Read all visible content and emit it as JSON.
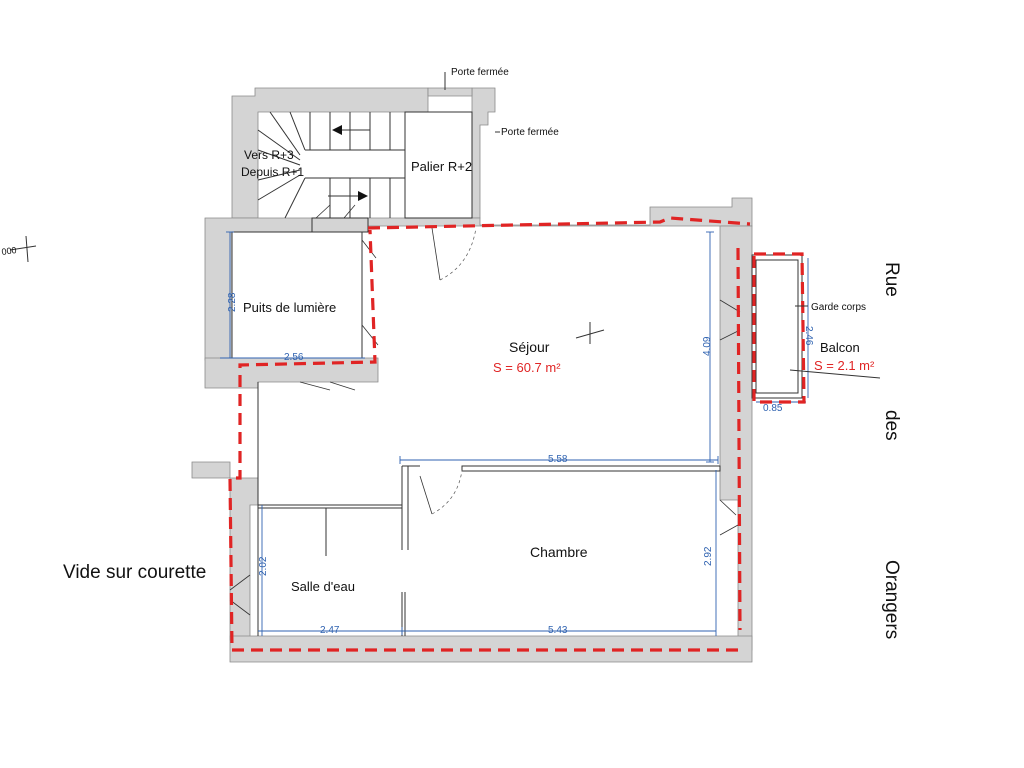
{
  "colors": {
    "boundary": "#e02424",
    "dimension": "#2f62b0",
    "wall": "#d4d4d4"
  },
  "rooms": {
    "sejour": {
      "name": "Séjour",
      "area": "S = 60.7 m²"
    },
    "chambre": {
      "name": "Chambre"
    },
    "salle_eau": {
      "name": "Salle d'eau"
    },
    "puits": {
      "name": "Puits de lumière"
    },
    "balcon": {
      "name": "Balcon",
      "area": "S = 2.1 m²"
    },
    "palier": {
      "name": "Palier R+2"
    }
  },
  "stairs": {
    "up": "Vers R+3",
    "down": "Depuis R+1"
  },
  "annotations": {
    "porte_top": "Porte fermée",
    "porte_right": "Porte fermée",
    "garde_corps": "Garde corps",
    "vide": "Vide sur courette",
    "edge_mark": "000"
  },
  "street": [
    "Rue",
    "des",
    "Orangers"
  ],
  "dimensions": {
    "puits_height": "2.28",
    "puits_width": "2.56",
    "sejour_height": "4.09",
    "sejour_bottom": "5.58",
    "balcon_height": "2.46",
    "balcon_width": "0.85",
    "salle_height": "2.02",
    "salle_width": "2.47",
    "chambre_width": "5.43",
    "chambre_height": "2.92"
  }
}
